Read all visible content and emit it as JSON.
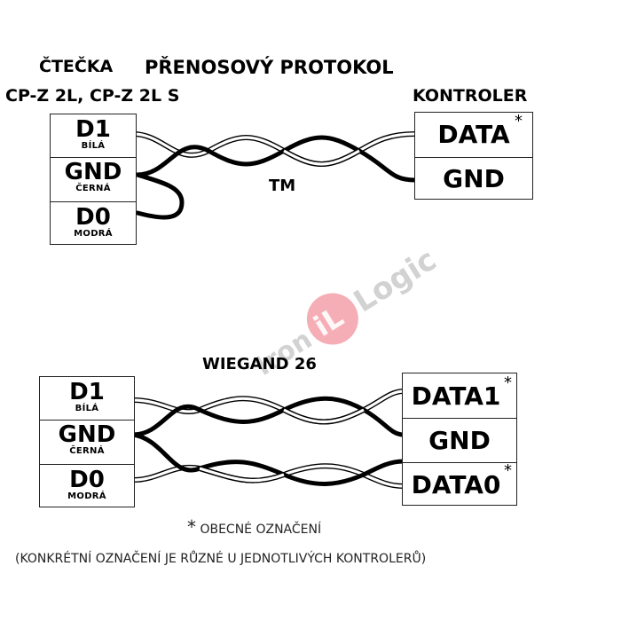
{
  "top": {
    "reader_title": "ČTEČKA",
    "reader_model": "CP-Z 2L, CP-Z 2L S",
    "protocol_title": "PŘENOSOVÝ PROTOKOL",
    "controller_title": "KONTROLER",
    "wire_label": "TM",
    "reader_pins": [
      {
        "name": "D1",
        "color": "BÍLÁ"
      },
      {
        "name": "GND",
        "color": "ČERNÁ"
      },
      {
        "name": "D0",
        "color": "MODRÁ"
      }
    ],
    "controller_pins": [
      {
        "name": "DATA",
        "star": "*"
      },
      {
        "name": "GND",
        "star": ""
      }
    ]
  },
  "bottom": {
    "protocol_title": "WIEGAND 26",
    "reader_pins": [
      {
        "name": "D1",
        "color": "BÍLÁ"
      },
      {
        "name": "GND",
        "color": "ČERNÁ"
      },
      {
        "name": "D0",
        "color": "MODRÁ"
      }
    ],
    "controller_pins": [
      {
        "name": "DATA1",
        "star": "*"
      },
      {
        "name": "GND",
        "star": ""
      },
      {
        "name": "DATA0",
        "star": "*"
      }
    ]
  },
  "watermark": {
    "part1": "Iron",
    "part2": "iL",
    "part3": "Logic"
  },
  "notes": {
    "star": "*",
    "general": "OBECNÉ OZNAČENÍ",
    "specific": "(KONKRÉTNÍ OZNAČENÍ JE RŮZNÉ U JEDNOTLIVÝCH KONTROLERŮ)"
  },
  "colors": {
    "line": "#000000",
    "box_border": "#222222",
    "watermark_red": "#e8455a",
    "watermark_gray": "#c9c9c9"
  }
}
